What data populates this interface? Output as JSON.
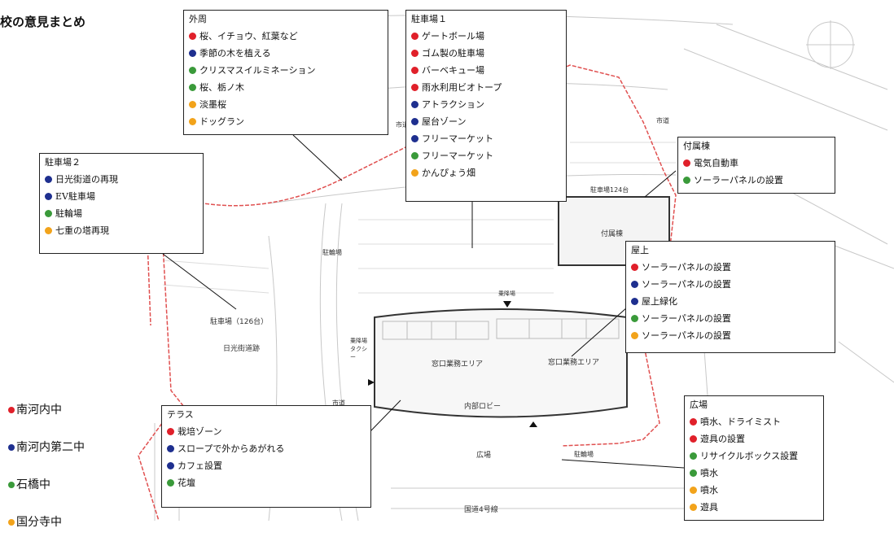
{
  "title": "校の意見まとめ",
  "colors": {
    "red": "#e0202a",
    "navy": "#1e2f8f",
    "green": "#3a9a3a",
    "orange": "#f2a31b"
  },
  "legend": [
    {
      "label": "南河内中",
      "color": "red"
    },
    {
      "label": "南河内第二中",
      "color": "navy"
    },
    {
      "label": "石橋中",
      "color": "green"
    },
    {
      "label": "国分寺中",
      "color": "orange"
    }
  ],
  "map_labels": {
    "parking_126": "駐車場（126台）",
    "parking_124": "駐車場124台",
    "nikko_road": "日光街道跡",
    "annex": "付属棟",
    "lobby": "内部ロビー",
    "plaza": "広場",
    "window_area_left": "窓口業務エリア",
    "window_area_right": "窓口業務エリア",
    "route4": "国道4号線",
    "rear_road_1": "市道",
    "rear_road_2": "市道",
    "rear_road_3": "市道",
    "bike": "駐輪場",
    "bike_2": "駐輪場",
    "taxi": "乗降場 タクシー",
    "entrance": "乗降場"
  },
  "boxes": {
    "outer": {
      "title": "外周",
      "items": [
        {
          "text": "桜、イチョウ、紅葉など",
          "color": "red"
        },
        {
          "text": "季節の木を植える",
          "color": "navy"
        },
        {
          "text": "クリスマスイルミネーション",
          "color": "green"
        },
        {
          "text": "桜、栃ノ木",
          "color": "green"
        },
        {
          "text": "淡墨桜",
          "color": "orange"
        },
        {
          "text": "ドッグラン",
          "color": "orange"
        }
      ]
    },
    "parking1": {
      "title": "駐車場１",
      "items": [
        {
          "text": "ゲートボール場",
          "color": "red"
        },
        {
          "text": "ゴム製の駐車場",
          "color": "red"
        },
        {
          "text": "バーベキュー場",
          "color": "red"
        },
        {
          "text": "雨水利用ビオトープ",
          "color": "red"
        },
        {
          "text": "アトラクション",
          "color": "navy"
        },
        {
          "text": "屋台ゾーン",
          "color": "navy"
        },
        {
          "text": "フリーマーケット",
          "color": "navy"
        },
        {
          "text": "フリーマーケット",
          "color": "green"
        },
        {
          "text": "かんぴょう畑",
          "color": "orange"
        }
      ]
    },
    "parking2": {
      "title": "駐車場２",
      "items": [
        {
          "text": "日光街道の再現",
          "color": "navy"
        },
        {
          "text": "EV駐車場",
          "color": "navy"
        },
        {
          "text": "駐輪場",
          "color": "green"
        },
        {
          "text": "七重の塔再現",
          "color": "orange"
        }
      ]
    },
    "annex": {
      "title": "付属棟",
      "items": [
        {
          "text": "電気自動車",
          "color": "red"
        },
        {
          "text": "ソーラーパネルの設置",
          "color": "green"
        }
      ]
    },
    "rooftop": {
      "title": "屋上",
      "items": [
        {
          "text": "ソーラーパネルの設置",
          "color": "red"
        },
        {
          "text": "ソーラーパネルの設置",
          "color": "navy"
        },
        {
          "text": "屋上緑化",
          "color": "navy"
        },
        {
          "text": "ソーラーパネルの設置",
          "color": "green"
        },
        {
          "text": "ソーラーパネルの設置",
          "color": "orange"
        }
      ]
    },
    "terrace": {
      "title": "テラス",
      "items": [
        {
          "text": "栽培ゾーン",
          "color": "red"
        },
        {
          "text": "スロープで外からあがれる",
          "color": "navy"
        },
        {
          "text": "カフェ設置",
          "color": "navy"
        },
        {
          "text": "花壇",
          "color": "green"
        }
      ]
    },
    "plaza": {
      "title": "広場",
      "items": [
        {
          "text": "噴水、ドライミスト",
          "color": "red"
        },
        {
          "text": "遊具の設置",
          "color": "red"
        },
        {
          "text": "リサイクルボックス設置",
          "color": "green"
        },
        {
          "text": "噴水",
          "color": "green"
        },
        {
          "text": "噴水",
          "color": "orange"
        },
        {
          "text": "遊具",
          "color": "orange"
        }
      ]
    }
  }
}
